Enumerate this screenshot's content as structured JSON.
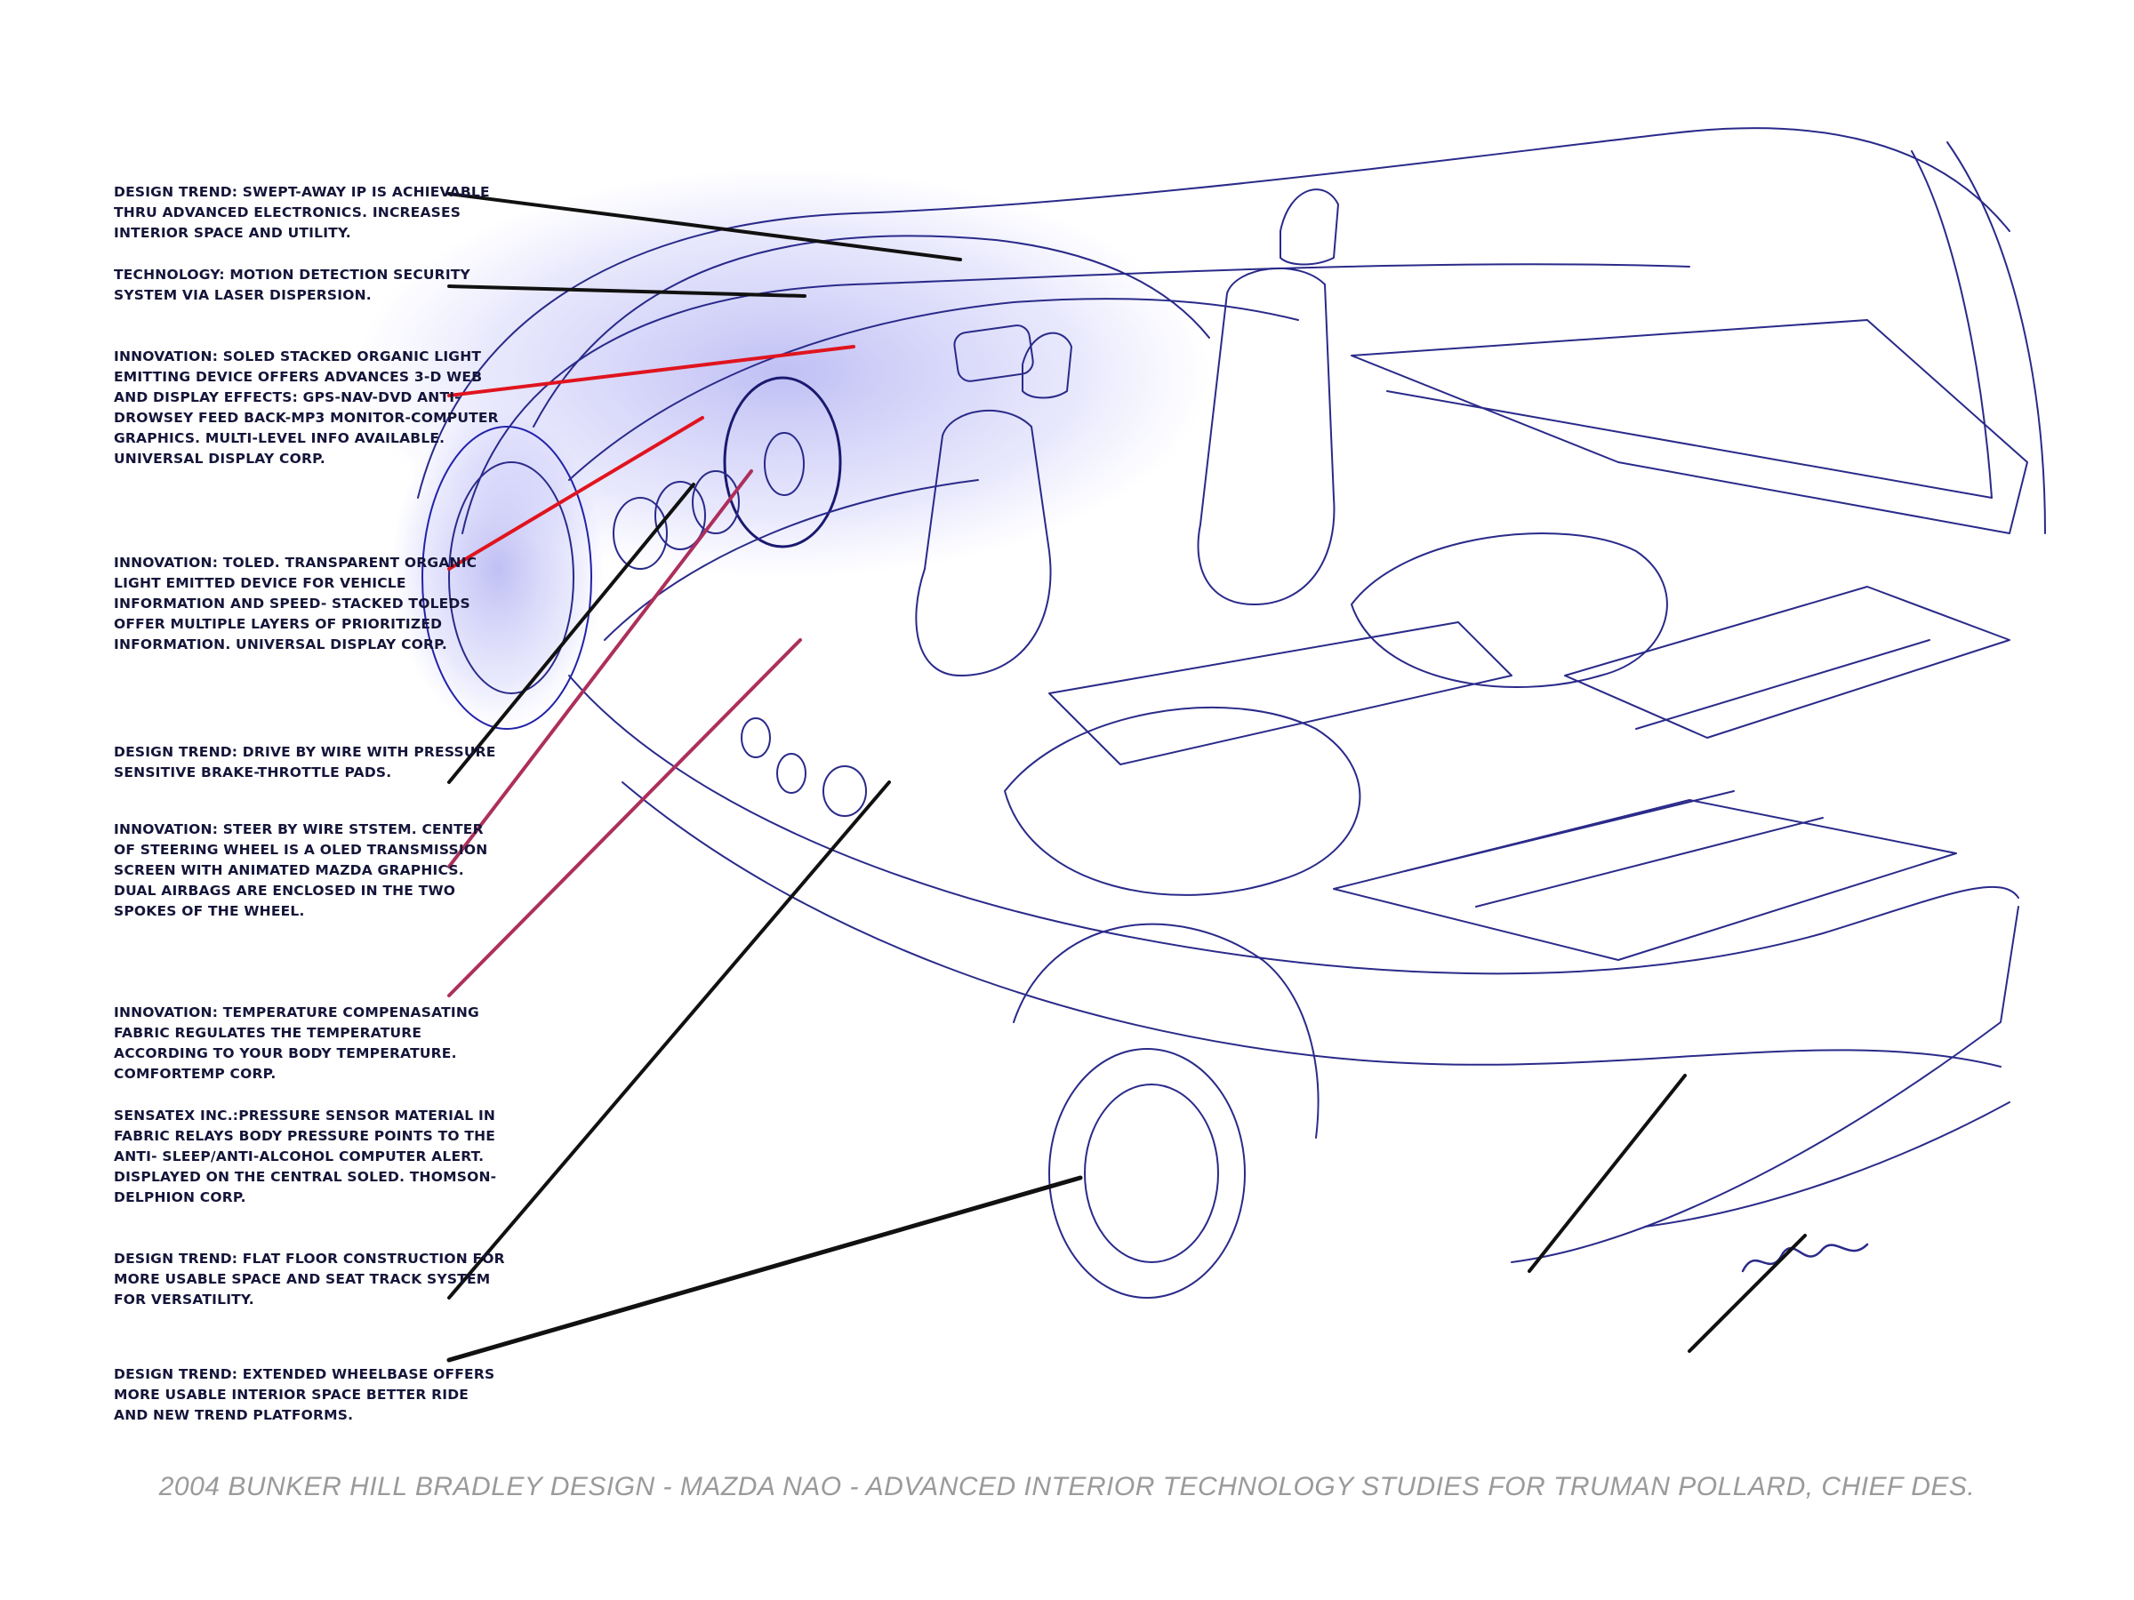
{
  "annotations": [
    {
      "id": "swept-away-ip",
      "text": "DESIGN TREND: SWEPT-AWAY IP IS ACHIEVABLE THRU ADVANCED ELECTRONICS. INCREASES INTERIOR SPACE AND UTILITY."
    },
    {
      "id": "motion-detection",
      "text": "TECHNOLOGY: MOTION DETECTION SECURITY SYSTEM VIA LASER DISPERSION."
    },
    {
      "id": "soled",
      "text": "INNOVATION: SOLED STACKED ORGANIC LIGHT EMITTING DEVICE OFFERS ADVANCES 3-D WEB AND DISPLAY EFFECTS: GPS-NAV-DVD ANTI-DROWSEY FEED BACK-MP3 MONITOR-COMPUTER GRAPHICS. MULTI-LEVEL INFO AVAILABLE. UNIVERSAL DISPLAY CORP."
    },
    {
      "id": "toled",
      "text": "INNOVATION: TOLED. TRANSPARENT ORGANIC LIGHT EMITTED DEVICE FOR VEHICLE INFORMATION AND SPEED- STACKED TOLEDS OFFER MULTIPLE LAYERS OF PRIORITIZED INFORMATION. UNIVERSAL DISPLAY CORP."
    },
    {
      "id": "drive-by-wire",
      "text": "DESIGN TREND: DRIVE BY WIRE WITH PRESSURE SENSITIVE BRAKE-THROTTLE PADS."
    },
    {
      "id": "steer-by-wire",
      "text": "INNOVATION: STEER BY WIRE STSTEM. CENTER OF STEERING WHEEL IS A OLED TRANSMISSION SCREEN WITH ANIMATED MAZDA GRAPHICS. DUAL AIRBAGS ARE ENCLOSED IN THE TWO SPOKES OF THE WHEEL."
    },
    {
      "id": "temperature-fabric",
      "text": "INNOVATION: TEMPERATURE COMPENASATING FABRIC REGULATES THE TEMPERATURE ACCORDING TO YOUR BODY TEMPERATURE. COMFORTEMP CORP."
    },
    {
      "id": "pressure-sensor",
      "text": "SENSATEX INC.:PRESSURE SENSOR MATERIAL IN FABRIC RELAYS BODY PRESSURE POINTS TO THE ANTI- SLEEP/ANTI-ALCOHOL COMPUTER ALERT. DISPLAYED ON THE CENTRAL SOLED. THOMSON-DELPHION CORP."
    },
    {
      "id": "flat-floor",
      "text": "DESIGN TREND: FLAT FLOOR CONSTRUCTION FOR MORE USABLE SPACE AND SEAT TRACK SYSTEM FOR VERSATILITY."
    },
    {
      "id": "extended-wheelbase",
      "text": "DESIGN TREND: EXTENDED WHEELBASE OFFERS MORE USABLE INTERIOR SPACE BETTER RIDE AND NEW TREND PLATFORMS."
    }
  ],
  "caption": "2004  BUNKER HILL BRADLEY  DESIGN - MAZDA NAO - ADVANCED INTERIOR TECHNOLOGY STUDIES FOR TRUMAN POLLARD, CHIEF DES.",
  "colors": {
    "ink": "#15153a",
    "sketch": "#2a2aa8",
    "leader_black": "#111111",
    "leader_red": "#e0141e",
    "caption": "#9a9a9a"
  }
}
